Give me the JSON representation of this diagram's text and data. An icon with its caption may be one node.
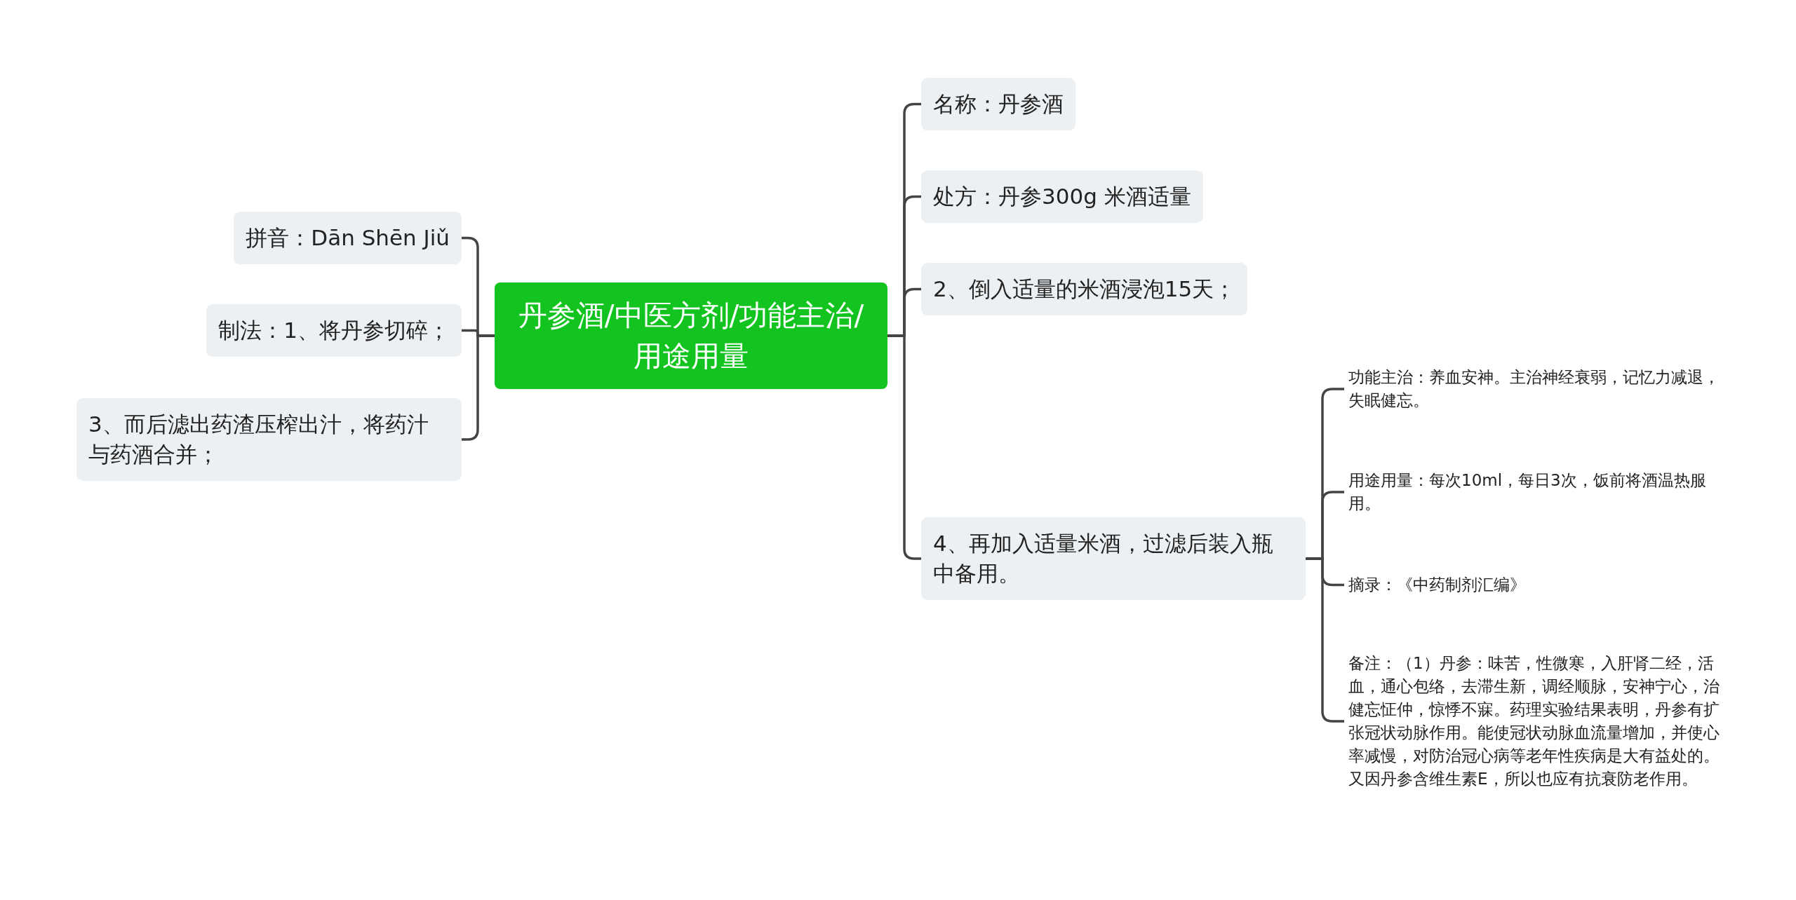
{
  "diagram": {
    "nodes": [
      {
        "text": [
          "丹参酒/中医方剂/功能主治/用途用量"
        ]
      },
      {
        "text": [
          "拼音：Dān Shēn Jiǔ"
        ]
      },
      {
        "text": [
          "制法：1、将丹参切碎；"
        ]
      },
      {
        "text": [
          "3、而后滤出药渣压榨出汁，将药汁与药酒合并；"
        ]
      },
      {
        "text": [
          "名称：丹参酒"
        ]
      },
      {
        "text": [
          "处方：丹参300g 米酒适量"
        ]
      },
      {
        "text": [
          "2、倒入适量的米酒浸泡15天；"
        ]
      },
      {
        "text": [
          "4、再加入适量米酒，过滤后装入瓶中备用。"
        ]
      },
      {
        "text": [
          "功能主治：养血安神。主治神经衰弱，记忆力减退，失眠健忘。"
        ]
      },
      {
        "text": [
          "用途用量：每次10ml，每日3次，饭前将酒温热服用。"
        ]
      },
      {
        "text": [
          "摘录：《中药制剂汇编》"
        ]
      },
      {
        "text": [
          "备注：（1）丹参：味苦，性微寒，入肝肾二经，活血，通心包络，去滞生新，调经顺脉，安神宁心，治健忘怔仲，惊悸不寐。药理实验结果表明，丹参有扩张冠状动脉作用。能使冠状动脉血流量增加，并使心率减慢，对防治冠心病等老年性疾病是大有益处的。又因丹参含维生素E，所以也应有抗衰防老作用。"
        ]
      }
    ],
    "edges": [
      {
        "from": 0,
        "to": 1,
        "arrow": "none"
      },
      {
        "from": 0,
        "to": 2,
        "arrow": "none"
      },
      {
        "from": 0,
        "to": 3,
        "arrow": "none"
      },
      {
        "from": 0,
        "to": 4,
        "arrow": "none"
      },
      {
        "from": 0,
        "to": 5,
        "arrow": "none"
      },
      {
        "from": 0,
        "to": 6,
        "arrow": "none"
      },
      {
        "from": 0,
        "to": 7,
        "arrow": "none"
      },
      {
        "from": 7,
        "to": 8,
        "arrow": "none"
      },
      {
        "from": 7,
        "to": 9,
        "arrow": "none"
      },
      {
        "from": 7,
        "to": 10,
        "arrow": "none"
      },
      {
        "from": 7,
        "to": 11,
        "arrow": "none"
      }
    ]
  }
}
